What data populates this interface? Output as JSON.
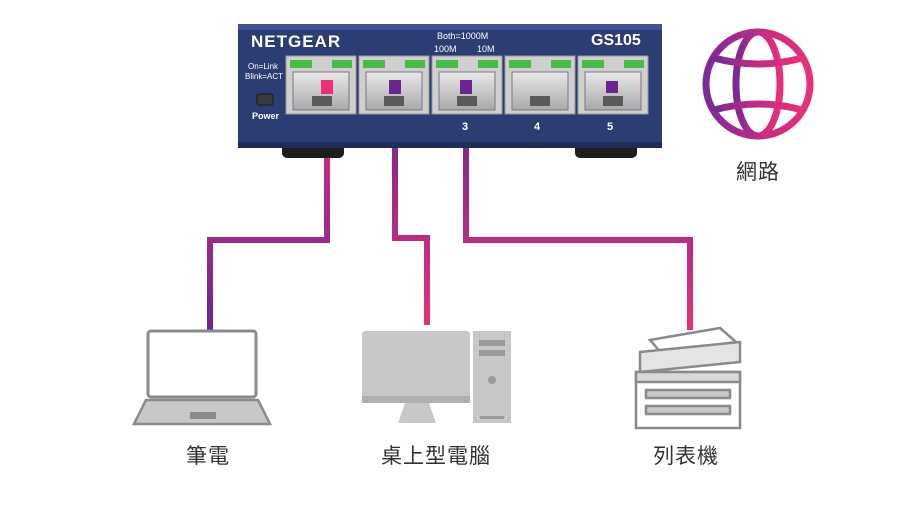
{
  "switch": {
    "brand": "NETGEAR",
    "model": "GS105",
    "speed_line1": "Both=1000M",
    "speed_line2_left": "100M",
    "speed_line2_right": "10M",
    "link_line1": "On=Link",
    "link_line2": "Blink=ACT",
    "power_label": "Power",
    "port_numbers": [
      "3",
      "4",
      "5"
    ]
  },
  "devices": {
    "internet": "網路",
    "laptop": "筆電",
    "desktop": "桌上型電腦",
    "printer": "列表機"
  },
  "colors": {
    "switch_body": "#2c3d73",
    "cable_pink": "#e8307a",
    "cable_purple": "#6a2591",
    "device_gray": "#c8c8c8",
    "device_outline": "#8a8a8a"
  },
  "icons": [
    "globe-icon",
    "laptop-icon",
    "desktop-icon",
    "printer-icon"
  ]
}
